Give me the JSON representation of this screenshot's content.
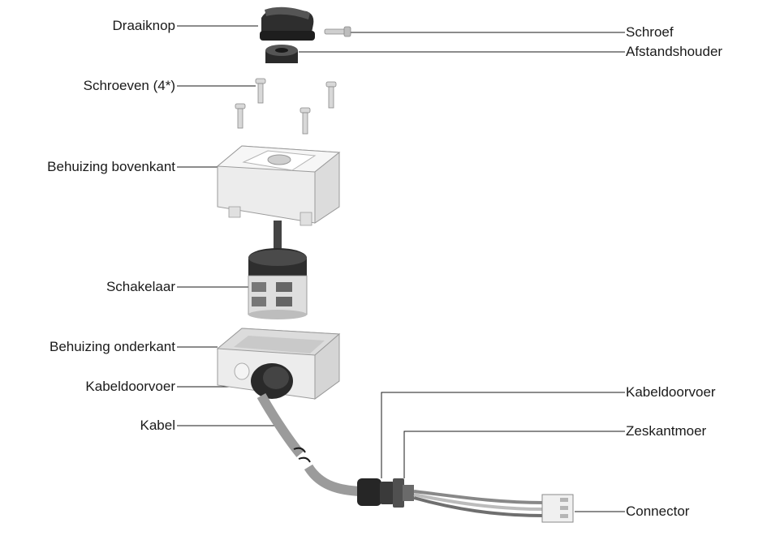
{
  "labels": {
    "draaiknop": "Draaiknop",
    "schroef": "Schroef",
    "afstandshouder": "Afstandshouder",
    "schroeven": "Schroeven (4*)",
    "behuizing_bovenkant": "Behuizing bovenkant",
    "schakelaar": "Schakelaar",
    "behuizing_onderkant": "Behuizing onderkant",
    "kabeldoorvoer_left": "Kabeldoorvoer",
    "kabel": "Kabel",
    "kabeldoorvoer_right": "Kabeldoorvoer",
    "zeskantmoer": "Zeskantmoer",
    "connector": "Connector"
  },
  "colors": {
    "text": "#1a1a1a",
    "leader": "#1a1a1a",
    "housing": "#e9e9e9",
    "housing_edge": "#9a9a9a",
    "dark_part": "#2b2b2b",
    "cable": "#9b9b9b"
  }
}
